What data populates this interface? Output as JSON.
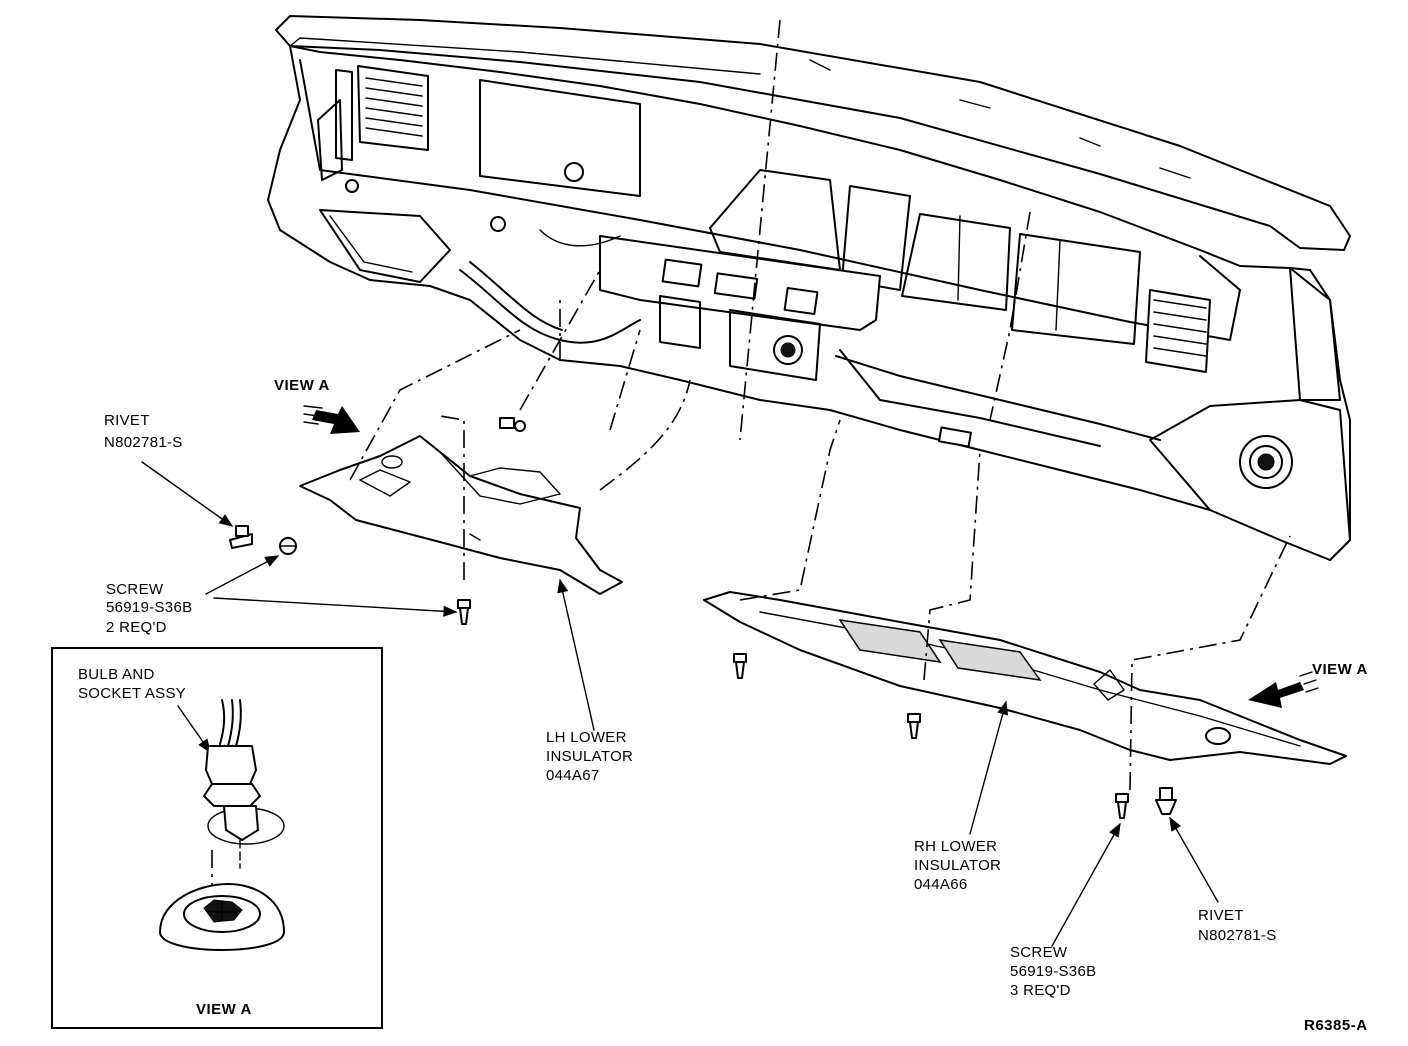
{
  "labels": {
    "rivet_left": {
      "name": "RIVET",
      "part": "N802781-S"
    },
    "rivet_right": {
      "name": "RIVET",
      "part": "N802781-S"
    },
    "screw_left": {
      "name": "SCREW",
      "part": "56919-S36B",
      "qty": "2 REQ'D"
    },
    "screw_right": {
      "name": "SCREW",
      "part": "56919-S36B",
      "qty": "3 REQ'D"
    },
    "lh_insulator": {
      "line1": "LH LOWER",
      "line2": "INSULATOR",
      "part": "044A67"
    },
    "rh_insulator": {
      "line1": "RH LOWER",
      "line2": "INSULATOR",
      "part": "044A66"
    },
    "view_a_left": "VIEW A",
    "view_a_right": "VIEW A",
    "inset": {
      "line1": "BULB AND",
      "line2": "SOCKET ASSY",
      "caption": "VIEW A"
    },
    "figure_id": "R6385-A"
  }
}
